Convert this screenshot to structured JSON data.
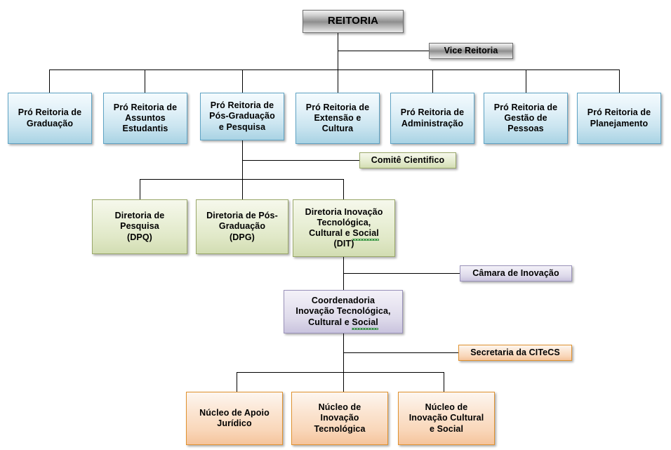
{
  "diagram": {
    "title": "Organograma Reitoria",
    "type": "organizational-chart",
    "colors": {
      "gray_border": "#6e6e6e",
      "blue_border": "#5fa3c4",
      "green_border": "#9aa86a",
      "purple_border": "#9a92ba",
      "orange_border": "#e0922f",
      "line": "#000000",
      "background": "#ffffff",
      "spellcheck_underline": "#1f8a2e"
    }
  },
  "nodes": {
    "reitoria": "REITORIA",
    "vice_reitoria": "Vice Reitoria",
    "pro_reitorias": [
      {
        "line1": "Pró Reitoria de",
        "line2": "Graduação",
        "line3": "",
        "line4": ""
      },
      {
        "line1": "Pró Reitoria de",
        "line2": "Assuntos",
        "line3": "Estudantis",
        "line4": ""
      },
      {
        "line1": "Pró Reitoria de",
        "line2": "Pós-Graduação",
        "line3": "e Pesquisa",
        "line4": ""
      },
      {
        "line1": "Pró Reitoria de",
        "line2": "Extensão e",
        "line3": "Cultura",
        "line4": ""
      },
      {
        "line1": "Pró Reitoria de",
        "line2": "Administração",
        "line3": "",
        "line4": ""
      },
      {
        "line1": "Pró Reitoria de",
        "line2": "Gestão de",
        "line3": "Pessoas",
        "line4": ""
      },
      {
        "line1": "Pró Reitoria de",
        "line2": "Planejamento",
        "line3": "",
        "line4": ""
      }
    ],
    "comite_cientifico": "Comitê Cientifico",
    "diretorias": [
      {
        "line1": "Diretoria de",
        "line2": "Pesquisa",
        "line3": "(DPQ)",
        "line4": ""
      },
      {
        "line1": "Diretoria de Pós-",
        "line2": "Graduação",
        "line3": "(DPG)",
        "line4": ""
      },
      {
        "line1": "Diretoria Inovação",
        "line2": "Tecnológica,",
        "line3": "Cultural e ",
        "line3_misspelled": "Social",
        "line4": "(DIT)"
      }
    ],
    "camara_inovacao": "Câmara de Inovação",
    "coordenadoria": {
      "line1": "Coordenadoria",
      "line2": "Inovação Tecnológica,",
      "line3": "Cultural e ",
      "line3_misspelled": "Social"
    },
    "secretaria": "Secretaria da CITeCS",
    "nucleos": [
      {
        "line1": "Núcleo de Apoio",
        "line2": "Jurídico",
        "line3": ""
      },
      {
        "line1": "Núcleo de",
        "line2": "Inovação",
        "line3": "Tecnológica"
      },
      {
        "line1": "Núcleo de",
        "line2": "Inovação Cultural",
        "line3": "e Social"
      }
    ]
  }
}
